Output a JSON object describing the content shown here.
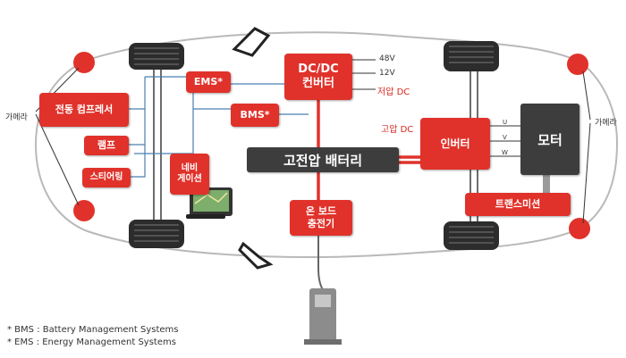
{
  "labels": {
    "camera_left": "가메라",
    "camera_right": "가메라",
    "v48": "48V",
    "v12": "12V",
    "low_dc": "저압 DC",
    "high_dc": "고압 DC",
    "phase_u": "U",
    "phase_v": "V",
    "phase_w": "W"
  },
  "boxes": {
    "ems": "EMS*",
    "bms": "BMS*",
    "dcdc_line1": "DC/DC",
    "dcdc_line2": "컨버터",
    "compressor": "전동 컴프레서",
    "lamp": "램프",
    "steering": "스티어링",
    "navi_line1": "네비",
    "navi_line2": "게이션",
    "battery": "고전압 배터리",
    "inverter": "인버터",
    "motor": "모터",
    "transmission": "트랜스미션",
    "charger_line1": "온 보드",
    "charger_line2": "충전기"
  },
  "footnotes": [
    "* BMS : Battery Management Systems",
    "* EMS : Energy Management Systems"
  ],
  "colors": {
    "accent": "#e0322b",
    "dark": "#3d3d3d",
    "line": "#4a7fb0"
  }
}
